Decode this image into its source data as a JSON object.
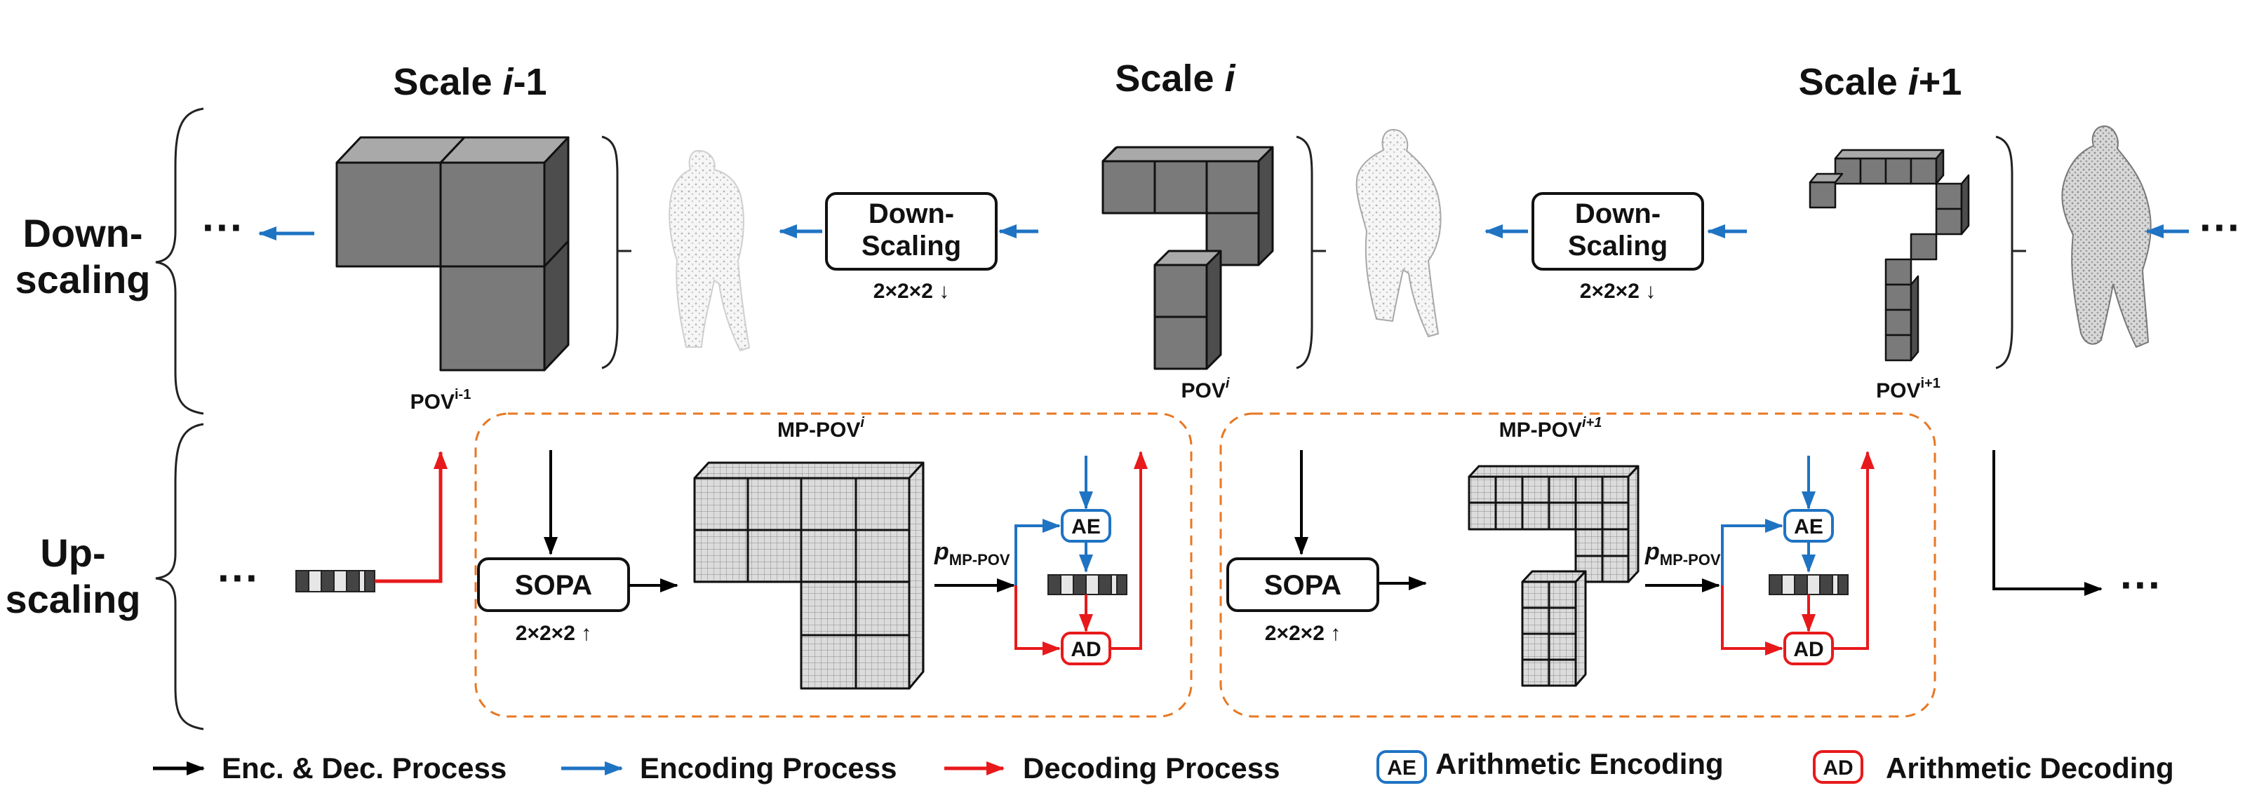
{
  "scale_titles": {
    "left": {
      "prefix": "Scale ",
      "var": "i",
      "suffix": "-1"
    },
    "mid": {
      "prefix": "Scale ",
      "var": "i",
      "suffix": ""
    },
    "right": {
      "prefix": "Scale ",
      "var": "i",
      "suffix": "+1"
    }
  },
  "rows": {
    "down": {
      "line1": "Down-",
      "line2": "scaling"
    },
    "up": {
      "line1": "Up-",
      "line2": "scaling"
    }
  },
  "downscaling_box": {
    "line1": "Down-",
    "line2": "Scaling",
    "factor": "2×2×2 ↓"
  },
  "sopa_box": {
    "label": "SOPA",
    "factor": "2×2×2 ↑"
  },
  "pov_labels": {
    "left": {
      "base": "POV",
      "sup": "i-1"
    },
    "mid": {
      "base": "POV",
      "sup": "i"
    },
    "right": {
      "base": "POV",
      "sup": "i+1"
    }
  },
  "mp_pov_labels": {
    "left": {
      "base": "MP-POV",
      "sup": "i"
    },
    "right": {
      "base": "MP-POV",
      "sup": "i+1"
    }
  },
  "p_label": {
    "base": "p",
    "sub": "MP-POV"
  },
  "ae_label": "AE",
  "ad_label": "AD",
  "ellipsis": "···",
  "legend": {
    "enc_dec": "Enc. & Dec. Process",
    "encoding": "Encoding Process",
    "decoding": "Decoding Process",
    "arith_enc": "Arithmetic Encoding",
    "arith_dec": "Arithmetic Decoding"
  },
  "colors": {
    "encoding": "#1f73c3",
    "decoding": "#e8191b",
    "enc_dec": "#000000",
    "dashed_box": "#e87722",
    "voxel": "#7a7a7a"
  }
}
